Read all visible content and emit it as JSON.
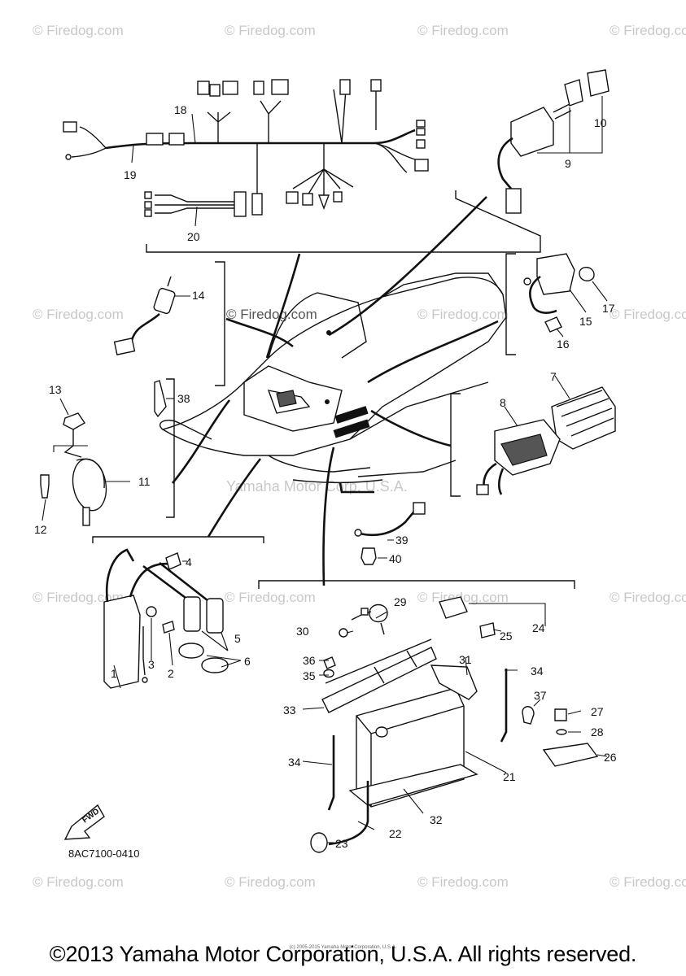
{
  "watermarks": {
    "grid_text": "© Firedog.com",
    "center_text": "© Firedog.com",
    "yamaha_text": "Yamaha Motor Corp, U.S.A."
  },
  "callouts": {
    "c1": "1",
    "c2": "2",
    "c3": "3",
    "c4": "4",
    "c5": "5",
    "c6": "6",
    "c7": "7",
    "c8": "8",
    "c9": "9",
    "c10": "10",
    "c11": "11",
    "c12": "12",
    "c13": "13",
    "c14": "14",
    "c15": "15",
    "c16": "16",
    "c17": "17",
    "c18": "18",
    "c19": "19",
    "c20": "20",
    "c21": "21",
    "c22": "22",
    "c23": "23",
    "c24": "24",
    "c25": "25",
    "c26": "26",
    "c27": "27",
    "c28": "28",
    "c29": "29",
    "c30": "30",
    "c31": "31",
    "c32": "32",
    "c33": "33",
    "c34a": "34",
    "c34b": "34",
    "c35": "35",
    "c36": "36",
    "c37": "37",
    "c38": "38",
    "c39": "39",
    "c40": "40"
  },
  "fwd_label": "FWD",
  "part_code": "8AC7100-0410",
  "footer": {
    "copyright": "©2013 Yamaha Motor Corporation, U.S.A. All rights reserved.",
    "tiny_copyright": "(c) 2005-2015 Yamaha Motor Corporation, U.S.A."
  }
}
